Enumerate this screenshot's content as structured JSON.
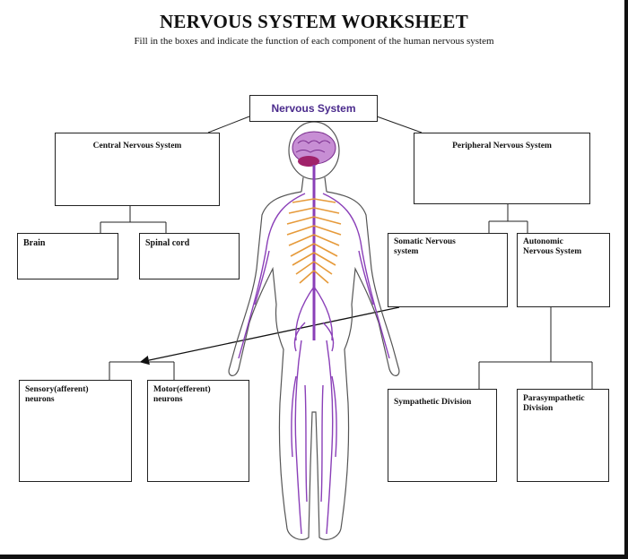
{
  "worksheet": {
    "title": "NERVOUS SYSTEM WORKSHEET",
    "subtitle": "Fill in the boxes and indicate the function of each component of the human nervous system"
  },
  "boxes": {
    "root": "Nervous System",
    "cns": "Central Nervous System",
    "pns": "Peripheral Nervous System",
    "brain": "Brain",
    "spinal_cord": "Spinal cord",
    "somatic": "Somatic Nervous system",
    "autonomic": "Autonomic Nervous System",
    "sensory": "Sensory(afferent) neurons",
    "motor": "Motor(efferent) neurons",
    "sympathetic": "Sympathetic Division",
    "parasympathetic": "Parasympathetic Division"
  },
  "colors": {
    "nerve_purple": "#8a3fb8",
    "spine_orange": "#e69a3a",
    "brain_magenta": "#a0226a",
    "title_purple": "#4a2a8c"
  }
}
